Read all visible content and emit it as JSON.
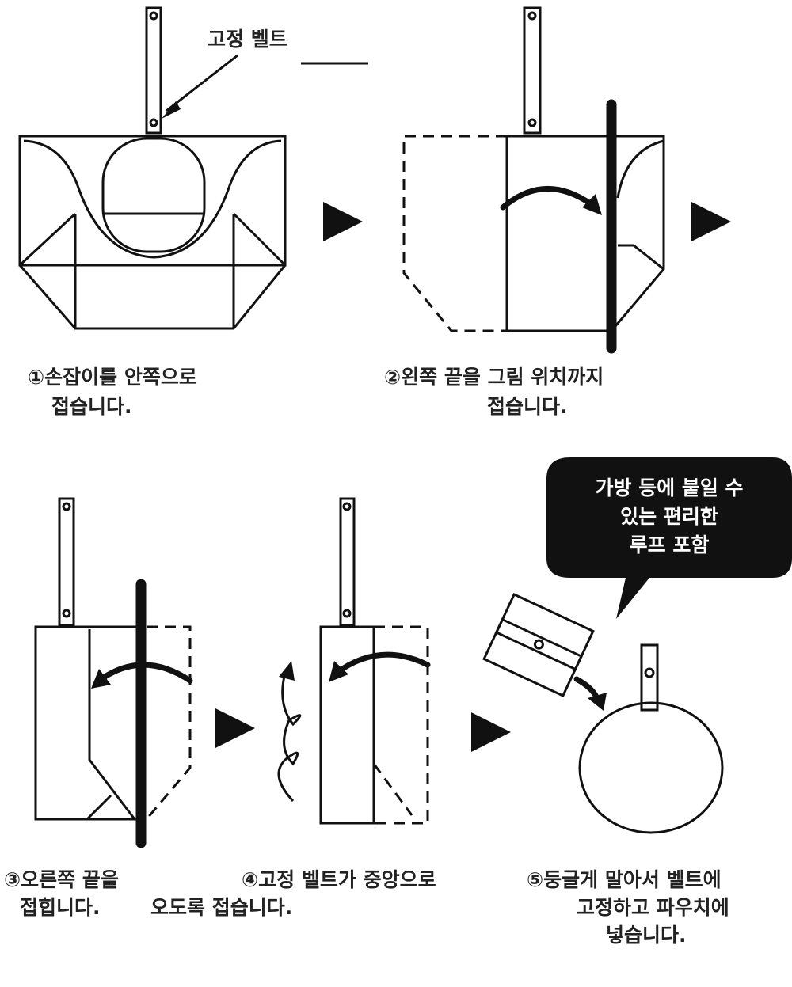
{
  "label_belt": "고정 벨트",
  "steps": [
    {
      "line1": "①손잡이를 안쪽으로",
      "line2": "접습니다."
    },
    {
      "line1": "②왼쪽 끝을 그림 위치까지",
      "line2": "접습니다."
    },
    {
      "line1": "③오른쪽 끝을",
      "line2": "접힙니다."
    },
    {
      "line1": "④고정 벨트가 중앙으로",
      "line2": "오도록 접습니다."
    },
    {
      "line1": "⑤둥글게 말아서 벨트에",
      "line2": "고정하고 파우치에",
      "line3": "넣습니다."
    }
  ],
  "bubble": {
    "line1": "가방 등에 붙일 수",
    "line2": "있는 편리한",
    "line3": "루프 포함"
  }
}
